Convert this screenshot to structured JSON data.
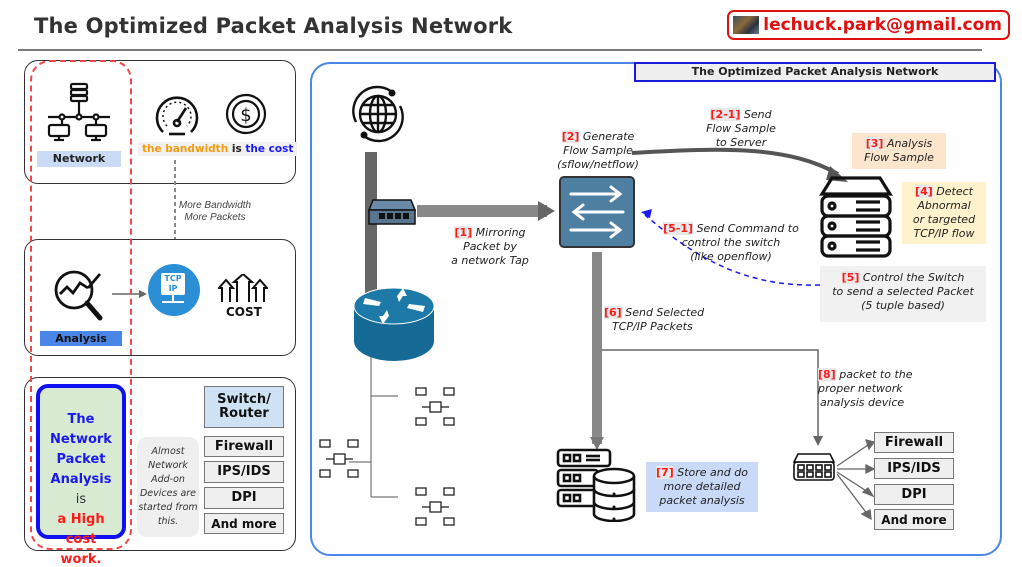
{
  "header": {
    "title": "The Optimized Packet Analysis Network",
    "email": "lechuck.park@gmail.com"
  },
  "left": {
    "panel1": {
      "network_label": "Network",
      "bw_part1": "the bandwidth",
      "bw_part2": "is",
      "bw_part3": "the cost",
      "icons": [
        "network-topology-icon",
        "speedometer-icon",
        "dollar-coin-icon"
      ]
    },
    "connector_note_line1": "More Bandwidth",
    "connector_note_line2": "More Packets",
    "panel2": {
      "analysis_label": "Analysis",
      "tcpip_line1": "TCP",
      "tcpip_line2": "IP",
      "cost_label": "COST",
      "icons": [
        "analysis-magnifier-icon",
        "tcp-ip-icon",
        "cost-up-arrows-icon"
      ]
    },
    "panel3": {
      "hc_line1": "The Network",
      "hc_line2": "Packet",
      "hc_line3": "Analysis",
      "hc_line4": "is",
      "hc_line5": "a High cost",
      "hc_line6": "work.",
      "almost_text": [
        "Almost",
        "Network",
        "Add-on",
        "Devices are",
        "started from",
        "this."
      ],
      "devices": [
        "Switch/ Router",
        "Firewall",
        "IPS/IDS",
        "DPI",
        "And more"
      ]
    }
  },
  "right": {
    "panel_title": "The Optimized Packet Analysis Network",
    "steps": {
      "s1": {
        "num": "[1]",
        "text_l1": "Mirroring",
        "text_l2": "Packet by",
        "text_l3": "a network Tap"
      },
      "s2": {
        "num": "[2]",
        "text_l1": "Generate",
        "text_l2": "Flow Sample",
        "text_l3": "(sflow/netflow)"
      },
      "s2_1": {
        "num": "[2-1]",
        "text_l1": "Send",
        "text_l2": "Flow Sample",
        "text_l3": "to Server"
      },
      "s3": {
        "num": "[3]",
        "text_l1": "Analysis",
        "text_l2": "Flow Sample"
      },
      "s4": {
        "num": "[4]",
        "text_l1": "Detect",
        "text_l2": "Abnormal",
        "text_l3": "or targeted",
        "text_l4": "TCP/IP flow"
      },
      "s5": {
        "num": "[5]",
        "text_l1": "Control the Switch",
        "text_l2": "to send a selected Packet",
        "text_l3": "(5 tuple based)"
      },
      "s5_1": {
        "num": "[5-1]",
        "text_l1": "Send Command to",
        "text_l2": "control the switch",
        "text_l3": "(like openflow)"
      },
      "s6": {
        "num": "[6]",
        "text_l1": "Send Selected",
        "text_l2": "TCP/IP Packets"
      },
      "s7": {
        "num": "[7]",
        "text_l1": "Store and do",
        "text_l2": "more detailed",
        "text_l3": "packet analysis"
      },
      "s8": {
        "num": "[8]",
        "text_l1": "packet to the",
        "text_l2": "proper network",
        "text_l3": "analysis device"
      }
    },
    "devices": [
      "Firewall",
      "IPS/IDS",
      "DPI",
      "And more"
    ]
  },
  "colors": {
    "email_red": "#e01010",
    "panel_blue": "#4a86e8",
    "switch_blue": "#4f7fa0",
    "router_blue": "#166a96",
    "step_red": "#ff1a1a",
    "control_dash_blue": "#1a1af0"
  }
}
